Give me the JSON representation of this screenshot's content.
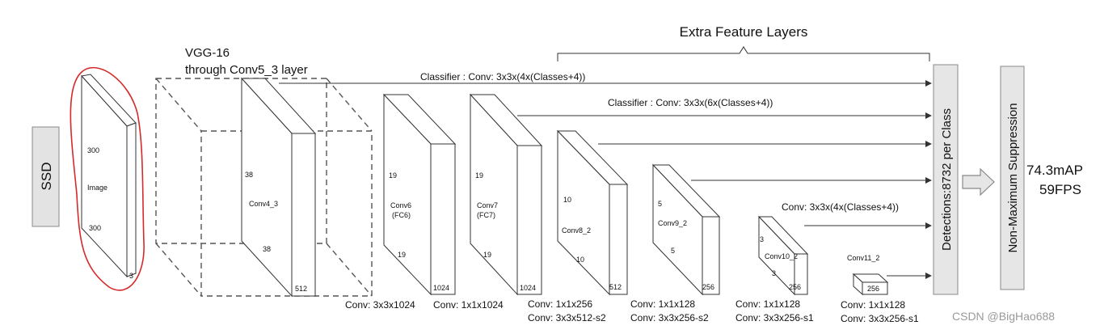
{
  "title_extra": "Extra Feature Layers",
  "vgg_line1": "VGG-16",
  "vgg_line2": "through Conv5_3 layer",
  "ssd_label": "SSD",
  "image": {
    "top": "300",
    "name": "Image",
    "bottom": "300",
    "depth": "3"
  },
  "conv4_3": {
    "size_a": "38",
    "name": "Conv4_3",
    "size_b": "38",
    "depth": "512"
  },
  "conv6": {
    "size_a": "19",
    "name_a": "Conv6",
    "name_b": "(FC6)",
    "size_b": "19",
    "depth": "1024"
  },
  "conv7": {
    "size_a": "19",
    "name_a": "Conv7",
    "name_b": "(FC7)",
    "size_b": "19",
    "depth": "1024"
  },
  "conv8_2": {
    "size_a": "10",
    "name": "Conv8_2",
    "size_b": "10",
    "depth": "512"
  },
  "conv9_2": {
    "size_a": "5",
    "name": "Conv9_2",
    "size_b": "5",
    "depth": "256"
  },
  "conv10_2": {
    "size_a": "3",
    "name": "Conv10_2",
    "size_b": "3",
    "depth": "256"
  },
  "conv11_2": {
    "name": "Conv11_2",
    "depth": "256"
  },
  "classifier_1": "Classifier : Conv: 3x3x(4x(Classes+4))",
  "classifier_2": "Classifier : Conv: 3x3x(6x(Classes+4))",
  "classifier_3": "Conv: 3x3x(4x(Classes+4))",
  "bottom_labels": {
    "conv6": "Conv: 3x3x1024",
    "conv7": "Conv: 1x1x1024",
    "conv8_l1": "Conv: 1x1x256",
    "conv8_l2": "Conv:  3x3x512-s2",
    "conv9_l1": "Conv: 1x1x128",
    "conv9_l2": "Conv: 3x3x256-s2",
    "conv10_l1": "Conv: 1x1x128",
    "conv10_l2": "Conv: 3x3x256-s1",
    "conv11_l1": "Conv: 1x1x128",
    "conv11_l2": "Conv: 3x3x256-s1"
  },
  "detections": "Detections:8732  per Class",
  "nms": "Non-Maximum Suppression",
  "map": "74.3mAP",
  "fps": "59FPS",
  "watermark": "CSDN @BigHao688"
}
